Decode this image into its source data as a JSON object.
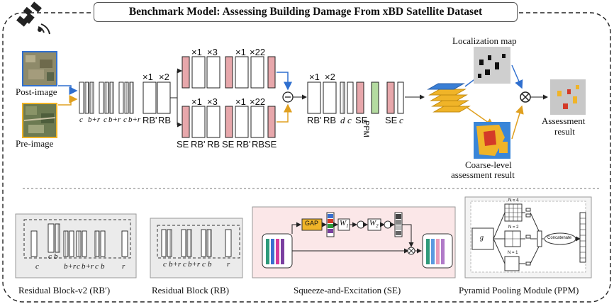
{
  "title": "Benchmark Model:  Assessing Building Damage From xBD Satellite Dataset",
  "inputs": {
    "post": "Post-image",
    "pre": "Pre-image"
  },
  "top_mult": {
    "a": "×1",
    "b": "×2",
    "c": "×1",
    "d": "×3",
    "e": "×1",
    "f": "×22"
  },
  "bot_mult": {
    "c": "×1",
    "d": "×3",
    "e": "×1",
    "f": "×22"
  },
  "right_mult": {
    "a": "×1",
    "b": "×2"
  },
  "stem_labels": [
    "c",
    "b+r",
    "c",
    "b+r",
    "c",
    "b+r"
  ],
  "rb_labels": {
    "rbp": "RB'",
    "rb": "RB"
  },
  "bottom_stage_labels": [
    "SE",
    "RB'",
    "RB",
    "SE",
    "RB'",
    "RB",
    "SE"
  ],
  "right_labels": [
    "RB'",
    "RB",
    "d",
    "c",
    "SE",
    "PPM",
    "SE",
    "c"
  ],
  "localization": "Localization map",
  "coarse": [
    "Coarse-level",
    "assessment result"
  ],
  "assessment": [
    "Assessment",
    "result"
  ],
  "captions": {
    "rbv2": "Residual Block-v2 (RB′)",
    "rb": "Residual Block (RB)",
    "se": "Squeeze-and-Excitation (SE)",
    "ppm": "Pyramid Pooling Module (PPM)"
  },
  "rbv2_labels": [
    "c",
    "c",
    "b",
    "b+r",
    "c",
    "b+r",
    "c",
    "b",
    "r"
  ],
  "rb_block_labels": [
    "c",
    "b+r",
    "c",
    "b+r",
    "c",
    "b",
    "r"
  ],
  "se_labels": {
    "gap": "GAP",
    "w1": "W",
    "w1sub": "1",
    "w2": "W",
    "w2sub": "2"
  },
  "ppm_labels": {
    "n4": "N = 4",
    "n2": "N = 2",
    "n1": "N = 1",
    "concat": "Concatenate",
    "g": "g"
  },
  "colors": {
    "pink": "#e7a7ab",
    "green": "#b4dba0",
    "blue": "#3a7fd5",
    "gold": "#f0b428",
    "se_bg": "#fbe7e8"
  }
}
